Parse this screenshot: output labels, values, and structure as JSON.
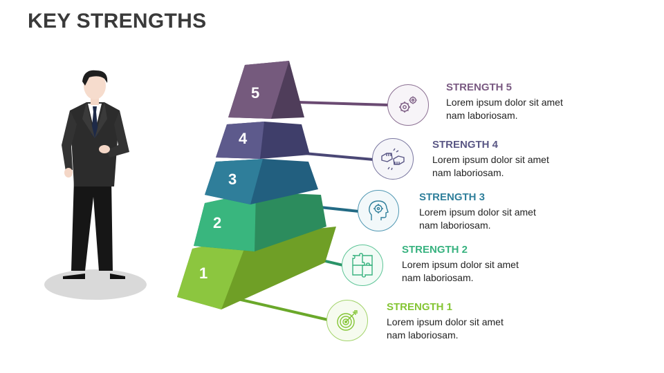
{
  "title": "KEY STRENGTHS",
  "strengths": [
    {
      "number": "5",
      "heading": "STRENGTH 5",
      "desc_line1": "Lorem ipsum dolor sit amet",
      "desc_line2": "nam laboriosam.",
      "color": "#7a5a82",
      "icon": "gears-icon"
    },
    {
      "number": "4",
      "heading": "STRENGTH 4",
      "desc_line1": "Lorem ipsum dolor sit amet",
      "desc_line2": "nam laboriosam.",
      "color": "#5a5785",
      "icon": "fist-bump-icon"
    },
    {
      "number": "3",
      "heading": "STRENGTH 3",
      "desc_line1": "Lorem ipsum dolor sit amet",
      "desc_line2": "nam laboriosam.",
      "color": "#2f7f9b",
      "icon": "head-target-icon"
    },
    {
      "number": "2",
      "heading": "STRENGTH 2",
      "desc_line1": "Lorem ipsum dolor sit amet",
      "desc_line2": "nam laboriosam.",
      "color": "#37b27f",
      "icon": "puzzle-icon"
    },
    {
      "number": "1",
      "heading": "STRENGTH 1",
      "desc_line1": "Lorem ipsum dolor sit amet",
      "desc_line2": "nam laboriosam.",
      "color": "#84c534",
      "icon": "target-icon"
    }
  ]
}
